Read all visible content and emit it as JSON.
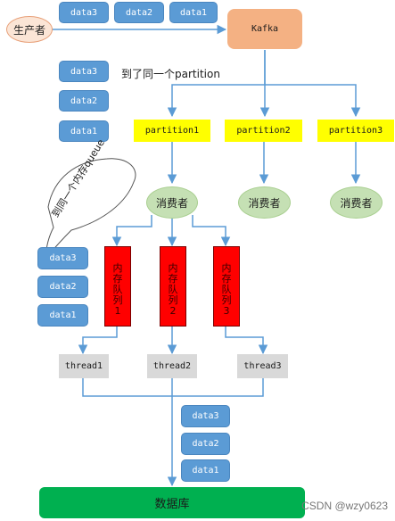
{
  "diagram": {
    "producer": "生产者",
    "kafka": "Kafka",
    "top_messages": [
      "data3",
      "data2",
      "data1"
    ],
    "same_partition_note": "到了同一个partition",
    "pending_messages": [
      "data3",
      "data2",
      "data1"
    ],
    "partitions": [
      "partition1",
      "partition2",
      "partition3"
    ],
    "consumers": [
      "消费者",
      "消费者",
      "消费者"
    ],
    "bubble_note": "到同一个内存queue",
    "queue_messages": [
      "data3",
      "data2",
      "data1"
    ],
    "queues": [
      {
        "chars": [
          "内",
          "存",
          "队",
          "列"
        ],
        "index": "1"
      },
      {
        "chars": [
          "内",
          "存",
          "队",
          "列"
        ],
        "index": "2"
      },
      {
        "chars": [
          "内",
          "存",
          "队",
          "列"
        ],
        "index": "3"
      }
    ],
    "threads": [
      "thread1",
      "thread2",
      "thread3"
    ],
    "db_messages": [
      "data3",
      "data2",
      "data1"
    ],
    "database": "数据库",
    "watermark": "CSDN @wzy0623"
  },
  "colors": {
    "data_box": "#5b9bd5",
    "producer": "#fbe5d6",
    "kafka": "#f4b183",
    "partition": "#ffff00",
    "consumer": "#c5e0b4",
    "queue": "#ff0000",
    "thread": "#d9d9d9",
    "database": "#00b050",
    "arrow": "#5b9bd5"
  }
}
